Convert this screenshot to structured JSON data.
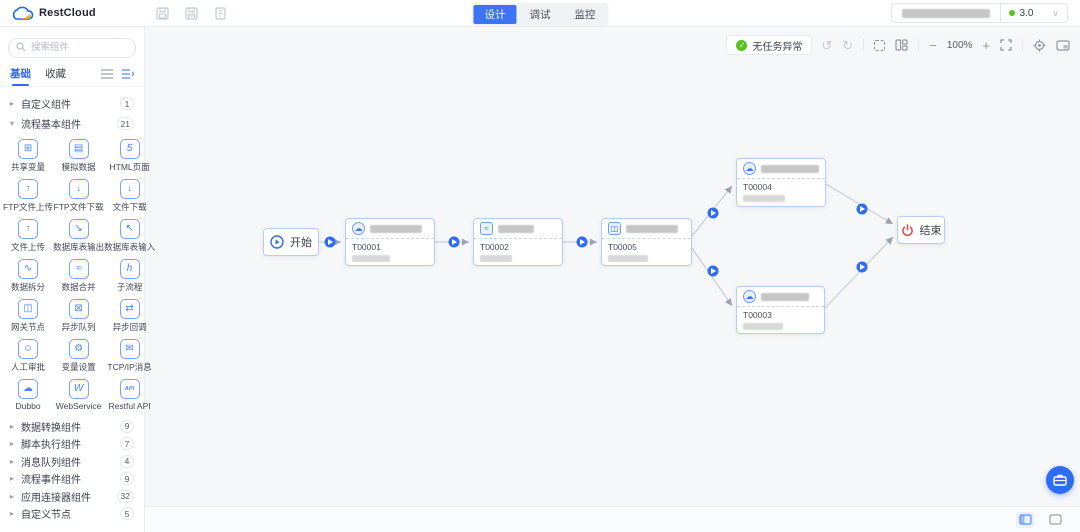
{
  "header": {
    "brand": "RestCloud",
    "doc_action_icons": [
      "save-icon",
      "save-as-icon",
      "document-icon"
    ],
    "mode_tabs": [
      {
        "label": "设计",
        "active": true
      },
      {
        "label": "调试",
        "active": false
      },
      {
        "label": "监控",
        "active": false
      }
    ],
    "user": {
      "version": "3.0"
    }
  },
  "sidebar": {
    "search_placeholder": "搜索组件",
    "tabs": [
      {
        "label": "基础",
        "active": true
      },
      {
        "label": "收藏",
        "active": false
      }
    ],
    "categories_top": [
      {
        "label": "自定义组件",
        "count": "1",
        "expanded": false
      },
      {
        "label": "流程基本组件",
        "count": "21",
        "expanded": true
      }
    ],
    "components": [
      {
        "label": "共享变量",
        "glyph": "⊞"
      },
      {
        "label": "模拟数据",
        "glyph": "▤"
      },
      {
        "label": "HTML页面",
        "glyph": "5"
      },
      {
        "label": "FTP文件上传",
        "glyph": "↑"
      },
      {
        "label": "FTP文件下载",
        "glyph": "↓"
      },
      {
        "label": "文件下载",
        "glyph": "↓"
      },
      {
        "label": "文件上传",
        "glyph": "↑"
      },
      {
        "label": "数据库表输出",
        "glyph": "↘"
      },
      {
        "label": "数据库表输入",
        "glyph": "↖"
      },
      {
        "label": "数据拆分",
        "glyph": "∿"
      },
      {
        "label": "数据合并",
        "glyph": "≈"
      },
      {
        "label": "子流程",
        "glyph": "h"
      },
      {
        "label": "网关节点",
        "glyph": "◫"
      },
      {
        "label": "异步队列",
        "glyph": "⊠"
      },
      {
        "label": "异步回调",
        "glyph": "⇄"
      },
      {
        "label": "人工审批",
        "glyph": "☺"
      },
      {
        "label": "变量设置",
        "glyph": "⚙"
      },
      {
        "label": "TCP/IP消息",
        "glyph": "✉"
      },
      {
        "label": "Dubbo",
        "glyph": "☁"
      },
      {
        "label": "WebService",
        "glyph": "W"
      },
      {
        "label": "Restful API",
        "glyph": "API"
      }
    ],
    "categories_bottom": [
      {
        "label": "数据转换组件",
        "count": "9"
      },
      {
        "label": "脚本执行组件",
        "count": "7"
      },
      {
        "label": "消息队列组件",
        "count": "4"
      },
      {
        "label": "流程事件组件",
        "count": "9"
      },
      {
        "label": "应用连接器组件",
        "count": "32"
      },
      {
        "label": "自定义节点",
        "count": "5"
      }
    ]
  },
  "canvas_toolbar": {
    "status": "无任务异常",
    "zoom": "100%",
    "icons": [
      "undo-icon",
      "redo-icon",
      "marquee-select-icon",
      "auto-layout-icon",
      "zoom-out-icon",
      "zoom-in-icon",
      "fit-view-icon",
      "locate-icon",
      "minimap-icon"
    ]
  },
  "flow": {
    "start_label": "开始",
    "end_label": "结束",
    "nodes": [
      {
        "id": "T00001",
        "icon": "api-cloud-icon"
      },
      {
        "id": "T00002",
        "icon": "data-wave-icon"
      },
      {
        "id": "T00005",
        "icon": "columns-icon"
      },
      {
        "id": "T00004",
        "icon": "api-cloud-icon"
      },
      {
        "id": "T00003",
        "icon": "api-cloud-icon"
      }
    ]
  },
  "colors": {
    "accent": "#2e6cf6",
    "tab_active": "#3d73f5",
    "success": "#52c41a",
    "danger": "#e54545",
    "node_border": "#b9cdf2",
    "edge": "#c7ced9",
    "canvas_bg": "#f6f7f9"
  }
}
